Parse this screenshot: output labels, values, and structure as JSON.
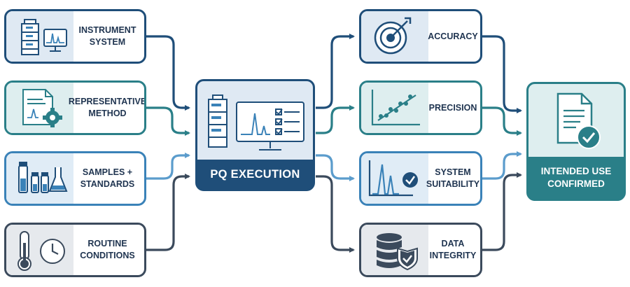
{
  "inputs": [
    {
      "label": "INSTRUMENT\nSYSTEM",
      "icon": "instrument-system-icon"
    },
    {
      "label": "REPRESENTATIVE\nMETHOD",
      "icon": "method-document-icon"
    },
    {
      "label": "SAMPLES +\nSTANDARDS",
      "icon": "sample-vials-icon"
    },
    {
      "label": "ROUTINE\nCONDITIONS",
      "icon": "thermometer-clock-icon"
    }
  ],
  "center": {
    "label": "PQ EXECUTION",
    "icon": "hplc-monitor-icon"
  },
  "outputs": [
    {
      "label": "ACCURACY",
      "icon": "target-icon"
    },
    {
      "label": "PRECISION",
      "icon": "scatter-plot-icon"
    },
    {
      "label": "SYSTEM\nSUITABILITY",
      "icon": "chromatogram-check-icon"
    },
    {
      "label": "DATA\nINTEGRITY",
      "icon": "database-shield-icon"
    }
  ],
  "result": {
    "label": "INTENDED USE\nCONFIRMED",
    "icon": "document-check-icon"
  },
  "colors": {
    "navy": "#1f4e79",
    "teal": "#2a7f88",
    "sky": "#3a82b8",
    "slate": "#3b4a5c",
    "panel_light": "#dfe9f3"
  }
}
